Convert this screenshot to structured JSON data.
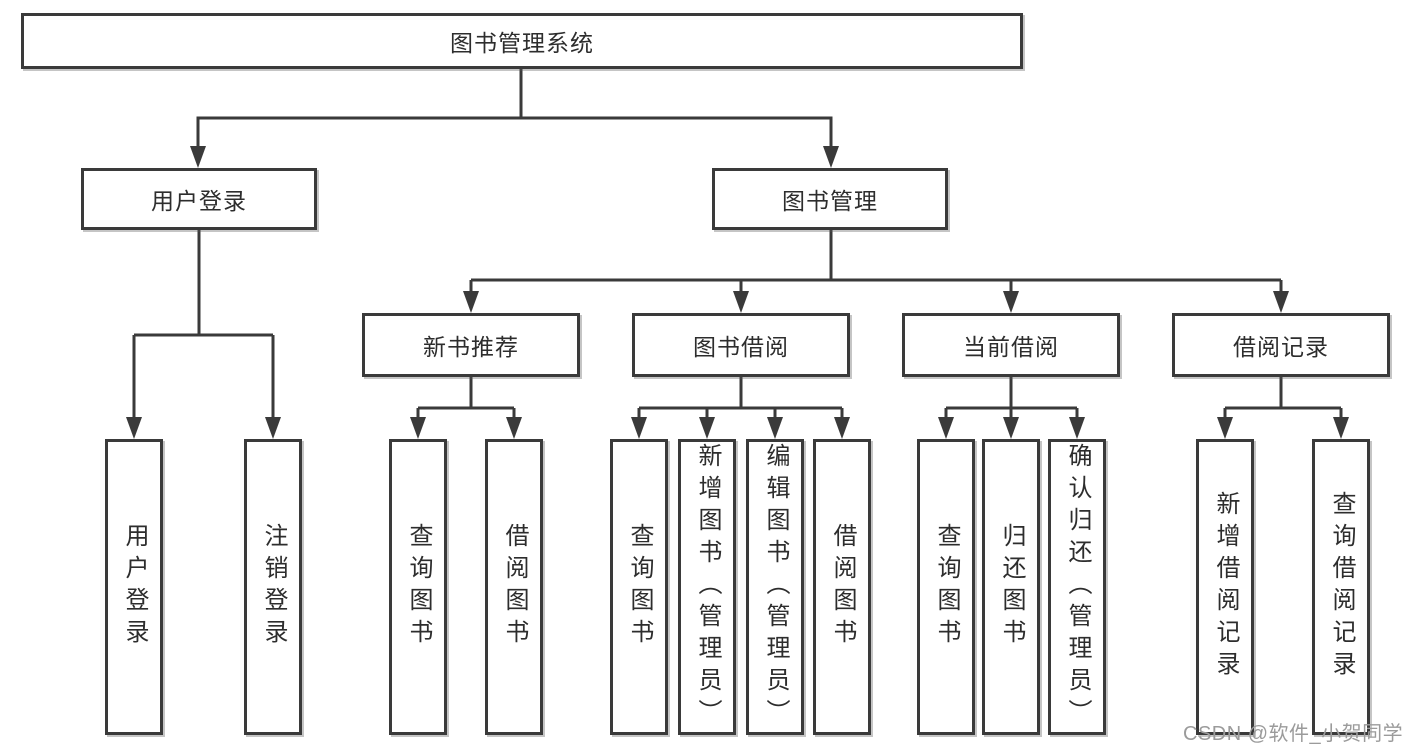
{
  "diagram": {
    "title": "图书管理系统",
    "tree": {
      "root": {
        "label": "图书管理系统"
      },
      "level2": [
        {
          "label": "用户登录",
          "children": [
            "用户登录",
            "注销登录"
          ]
        },
        {
          "label": "图书管理"
        }
      ],
      "level3": [
        {
          "label": "新书推荐",
          "children": [
            "查询图书",
            "借阅图书"
          ]
        },
        {
          "label": "图书借阅",
          "children": [
            "查询图书",
            "新增图书（管理员）",
            "编辑图书（管理员）",
            "借阅图书"
          ]
        },
        {
          "label": "当前借阅",
          "children": [
            "查询图书",
            "归还图书",
            "确认归还（管理员）"
          ]
        },
        {
          "label": "借阅记录",
          "children": [
            "新增借阅记录",
            "查询借阅记录"
          ]
        }
      ]
    },
    "colors": {
      "line": "#3a3a3a",
      "text": "#2d2d2d",
      "background": "#ffffff",
      "watermark": "#9b9b9b"
    }
  },
  "watermark": "CSDN @软件_小贺同学"
}
